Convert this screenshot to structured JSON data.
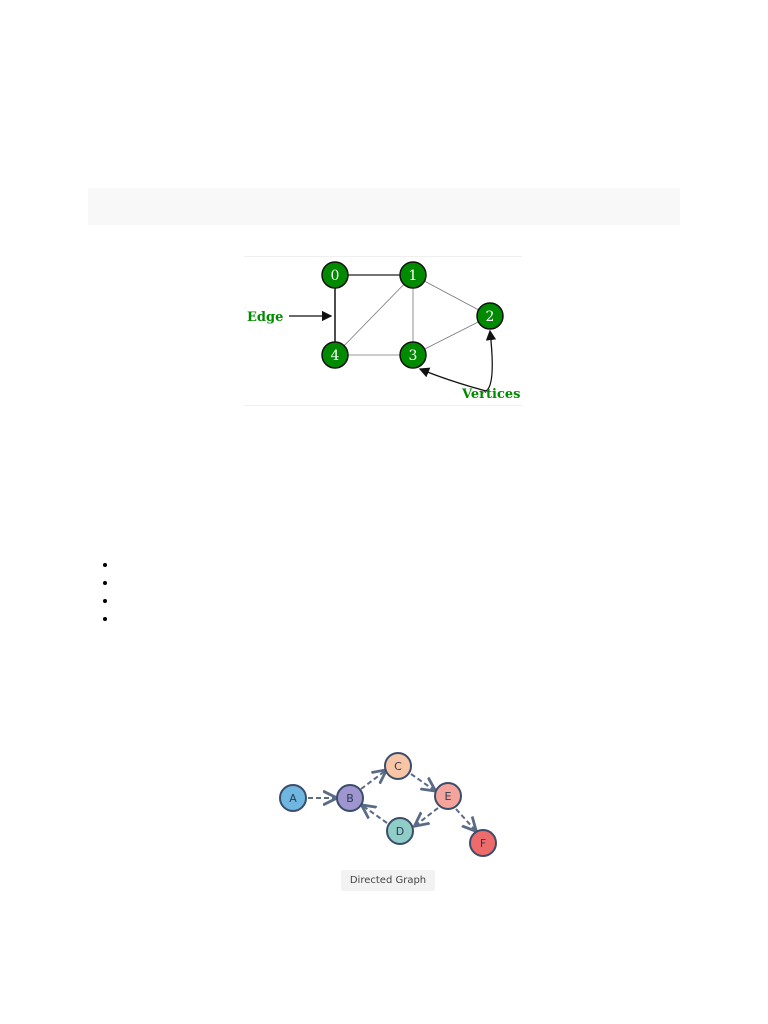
{
  "undirected_graph": {
    "vertex_labels": [
      "0",
      "1",
      "2",
      "3",
      "4"
    ],
    "edge_label": "Edge",
    "vertices_label": "Vertices",
    "colors": {
      "vertex_fill": "#008a00",
      "annotation_text": "#008a00"
    }
  },
  "directed_graph": {
    "node_labels": [
      "A",
      "B",
      "C",
      "D",
      "E",
      "F"
    ],
    "caption": "Directed Graph",
    "colors": {
      "A": "#6fb6e0",
      "B": "#9f95cf",
      "C": "#f8c6a6",
      "D": "#8fcdc6",
      "E": "#f5a49c",
      "F": "#ef6b6b",
      "edge": "#5a6b86"
    }
  },
  "bullets": [
    "",
    "",
    "",
    ""
  ]
}
